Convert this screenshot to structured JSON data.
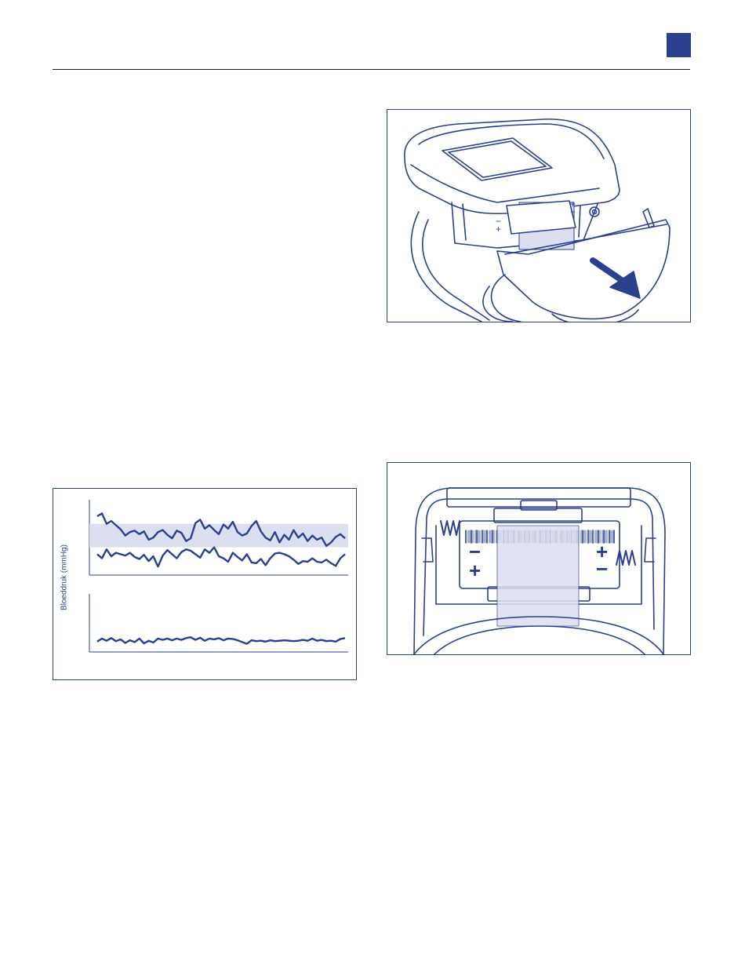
{
  "colors": {
    "accent": "#2b3f8f",
    "band": "#dcdff0",
    "rule": "#1d1d1b"
  },
  "page_tab": {
    "icon": "square-marker-icon"
  },
  "figures": {
    "device": {
      "icon": "blood-pressure-monitor-open-lid-icon"
    },
    "battery": {
      "icon": "battery-compartment-icon",
      "left_minus": "−",
      "left_plus": "+",
      "right_plus": "+",
      "right_minus": "−",
      "top_left_minus": "−",
      "top_left_plus": "+",
      "top_right_plus": "+",
      "top_right_minus": "−"
    }
  },
  "chart_data": {
    "type": "line",
    "title": "",
    "ylabel": "Bloeddruk (mmHg)",
    "xlabel": "",
    "grid": false,
    "panels": [
      {
        "name": "upper",
        "band_range": [
          0.38,
          0.72
        ],
        "series": [
          {
            "values": [
              0.83,
              0.87,
              0.72,
              0.76,
              0.7,
              0.64,
              0.55,
              0.6,
              0.62,
              0.57,
              0.61,
              0.49,
              0.52,
              0.6,
              0.63,
              0.56,
              0.51,
              0.62,
              0.59,
              0.47,
              0.51,
              0.73,
              0.78,
              0.65,
              0.7,
              0.63,
              0.57,
              0.71,
              0.65,
              0.75,
              0.6,
              0.55,
              0.58,
              0.69,
              0.76,
              0.61,
              0.52,
              0.48,
              0.6,
              0.45,
              0.56,
              0.49,
              0.63,
              0.52,
              0.58,
              0.47,
              0.55,
              0.49,
              0.52,
              0.4,
              0.45,
              0.53,
              0.57,
              0.51
            ]
          },
          {
            "values": [
              0.28,
              0.22,
              0.35,
              0.25,
              0.3,
              0.28,
              0.26,
              0.3,
              0.24,
              0.21,
              0.27,
              0.18,
              0.25,
              0.1,
              0.26,
              0.34,
              0.28,
              0.22,
              0.31,
              0.35,
              0.33,
              0.28,
              0.23,
              0.35,
              0.3,
              0.38,
              0.25,
              0.22,
              0.17,
              0.3,
              0.24,
              0.19,
              0.28,
              0.16,
              0.15,
              0.21,
              0.12,
              0.22,
              0.29,
              0.3,
              0.28,
              0.25,
              0.2,
              0.14,
              0.18,
              0.17,
              0.22,
              0.17,
              0.16,
              0.2,
              0.15,
              0.11,
              0.22,
              0.28
            ]
          }
        ]
      },
      {
        "name": "lower",
        "series": [
          {
            "values": [
              0.2,
              0.27,
              0.22,
              0.28,
              0.21,
              0.25,
              0.17,
              0.23,
              0.19,
              0.27,
              0.16,
              0.22,
              0.18,
              0.27,
              0.24,
              0.27,
              0.23,
              0.27,
              0.24,
              0.28,
              0.3,
              0.24,
              0.29,
              0.22,
              0.27,
              0.25,
              0.28,
              0.23,
              0.27,
              0.26,
              0.23,
              0.19,
              0.15,
              0.23,
              0.21,
              0.22,
              0.2,
              0.23,
              0.21,
              0.22,
              0.23,
              0.22,
              0.21,
              0.22,
              0.24,
              0.22,
              0.27,
              0.22,
              0.24,
              0.21,
              0.22,
              0.2,
              0.26,
              0.28
            ]
          }
        ]
      }
    ]
  }
}
